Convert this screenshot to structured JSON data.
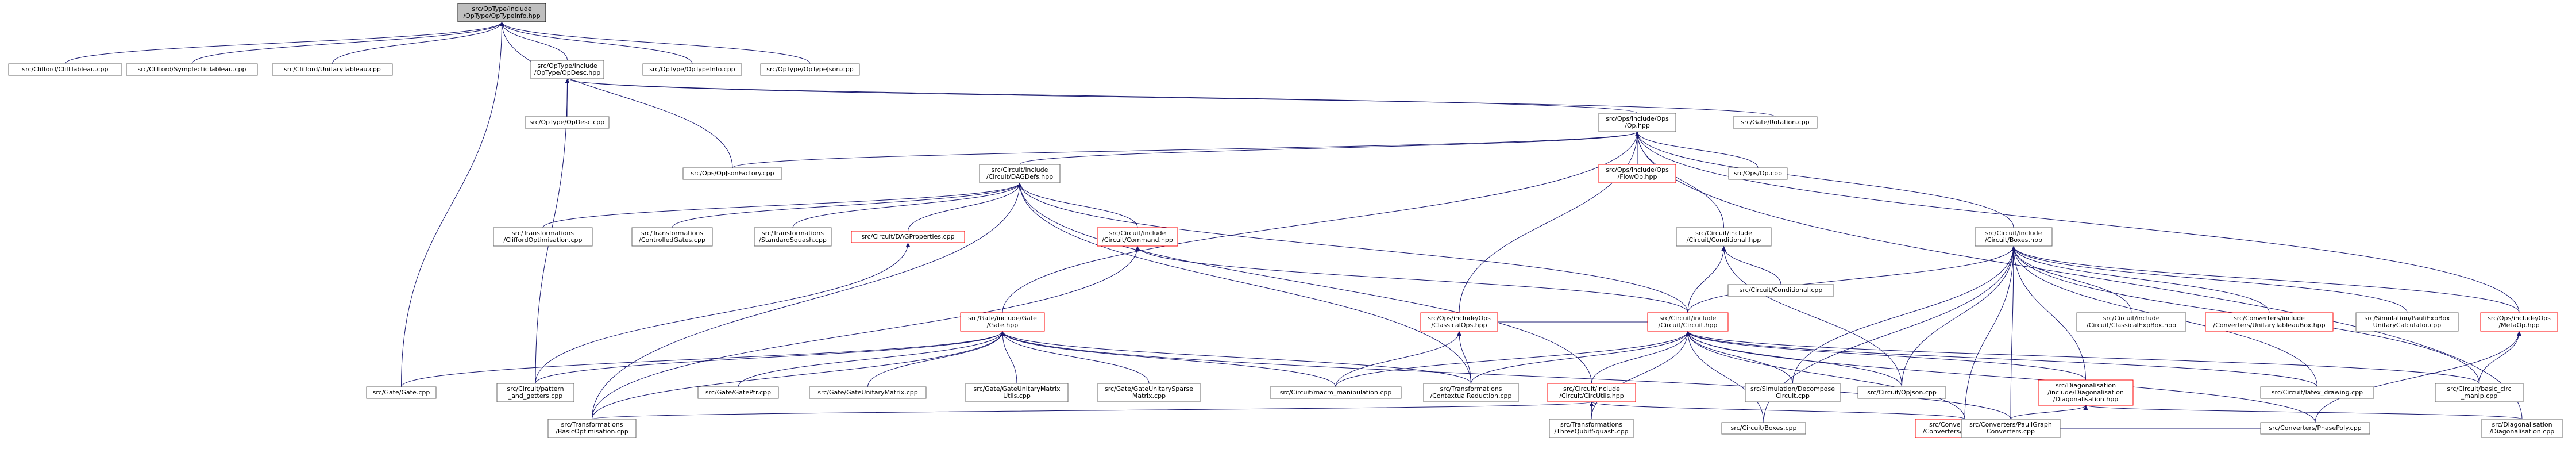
{
  "colors": {
    "edge": "#191970",
    "root_fill": "#bfbfbf",
    "node_border": "#666666",
    "missing_border": "#ff0000"
  },
  "nodes": [
    {
      "id": "root",
      "label": [
        "src/OpType/include",
        "/OpType/OpTypeInfo.hpp"
      ],
      "kind": "root"
    },
    {
      "id": "cliff",
      "label": [
        "src/Clifford/CliffTableau.cpp"
      ]
    },
    {
      "id": "symp",
      "label": [
        "src/Clifford/SymplecticTableau.cpp"
      ]
    },
    {
      "id": "unit",
      "label": [
        "src/Clifford/UnitaryTableau.cpp"
      ]
    },
    {
      "id": "opdeschpp",
      "label": [
        "src/OpType/include",
        "/OpType/OpDesc.hpp"
      ]
    },
    {
      "id": "optypeinfocpp",
      "label": [
        "src/OpType/OpTypeInfo.cpp"
      ]
    },
    {
      "id": "optypejson",
      "label": [
        "src/OpType/OpTypeJson.cpp"
      ]
    },
    {
      "id": "opdesccpp",
      "label": [
        "src/OpType/OpDesc.cpp"
      ]
    },
    {
      "id": "ophpp",
      "label": [
        "src/Ops/include/Ops",
        "/Op.hpp"
      ]
    },
    {
      "id": "gaterot",
      "label": [
        "src/Gate/Rotation.cpp"
      ]
    },
    {
      "id": "opjsonfactory",
      "label": [
        "src/Ops/OpJsonFactory.cpp"
      ]
    },
    {
      "id": "dagdefs",
      "label": [
        "src/Circuit/include",
        "/Circuit/DAGDefs.hpp"
      ]
    },
    {
      "id": "flowop",
      "label": [
        "src/Ops/include/Ops",
        "/FlowOp.hpp"
      ],
      "kind": "missing"
    },
    {
      "id": "opcpp",
      "label": [
        "src/Ops/Op.cpp"
      ]
    },
    {
      "id": "cliffopt",
      "label": [
        "src/Transformations",
        "/CliffordOptimisation.cpp"
      ]
    },
    {
      "id": "ctrlgates",
      "label": [
        "src/Transformations",
        "/ControlledGates.cpp"
      ]
    },
    {
      "id": "stdsquash",
      "label": [
        "src/Transformations",
        "/StandardSquash.cpp"
      ]
    },
    {
      "id": "dagprops",
      "label": [
        "src/Circuit/DAGProperties.cpp"
      ],
      "kind": "missing"
    },
    {
      "id": "commandhpp",
      "label": [
        "src/Circuit/include",
        "/Circuit/Command.hpp"
      ],
      "kind": "missing"
    },
    {
      "id": "condhpp",
      "label": [
        "src/Circuit/include",
        "/Circuit/Conditional.hpp"
      ]
    },
    {
      "id": "condcpp",
      "label": [
        "src/Circuit/Conditional.cpp"
      ]
    },
    {
      "id": "boxeshpp",
      "label": [
        "src/Circuit/include",
        "/Circuit/Boxes.hpp"
      ]
    },
    {
      "id": "gatehpp",
      "label": [
        "src/Gate/include/Gate",
        "/Gate.hpp"
      ],
      "kind": "missing"
    },
    {
      "id": "classicalops",
      "label": [
        "src/Ops/include/Ops",
        "/ClassicalOps.hpp"
      ],
      "kind": "missing"
    },
    {
      "id": "circuithpp",
      "label": [
        "src/Circuit/include",
        "/Circuit/Circuit.hpp"
      ],
      "kind": "missing"
    },
    {
      "id": "classicalexp",
      "label": [
        "src/Circuit/include",
        "/Circuit/ClassicalExpBox.hpp"
      ]
    },
    {
      "id": "unitarytabbox",
      "label": [
        "src/Converters/include",
        "/Converters/UnitaryTableauBox.hpp"
      ],
      "kind": "missing"
    },
    {
      "id": "paulicalc",
      "label": [
        "src/Simulation/PauliExpBox",
        "UnitaryCalculator.cpp"
      ]
    },
    {
      "id": "metaop",
      "label": [
        "src/Ops/include/Ops",
        "/MetaOp.hpp"
      ],
      "kind": "missing"
    },
    {
      "id": "gatecpp",
      "label": [
        "src/Gate/Gate.cpp"
      ]
    },
    {
      "id": "patterns",
      "label": [
        "src/Circuit/pattern",
        "_and_getters.cpp"
      ]
    },
    {
      "id": "gateptr",
      "label": [
        "src/Gate/GatePtr.cpp"
      ]
    },
    {
      "id": "gateunitmat",
      "label": [
        "src/Gate/GateUnitaryMatrix.cpp"
      ]
    },
    {
      "id": "gateunitutils",
      "label": [
        "src/Gate/GateUnitaryMatrix",
        "Utils.cpp"
      ]
    },
    {
      "id": "gateunitsparse",
      "label": [
        "src/Gate/GateUnitarySparse",
        "Matrix.cpp"
      ]
    },
    {
      "id": "macromanip",
      "label": [
        "src/Circuit/macro_manipulation.cpp"
      ]
    },
    {
      "id": "contextual",
      "label": [
        "src/Transformations",
        "/ContextualReduction.cpp"
      ]
    },
    {
      "id": "circutilshpp",
      "label": [
        "src/Circuit/include",
        "/Circuit/CircUtils.hpp"
      ],
      "kind": "missing"
    },
    {
      "id": "simdecomp",
      "label": [
        "src/Simulation/Decompose",
        "Circuit.cpp"
      ]
    },
    {
      "id": "opjsoncpp",
      "label": [
        "src/Circuit/OpJson.cpp"
      ]
    },
    {
      "id": "diaghpp",
      "label": [
        "src/Diagonalisation",
        "/include/Diagonalisation",
        "/Diagonalisation.hpp"
      ],
      "kind": "missing"
    },
    {
      "id": "latex",
      "label": [
        "src/Circuit/latex_drawing.cpp"
      ]
    },
    {
      "id": "basiccirc",
      "label": [
        "src/Circuit/basic_circ",
        "_manip.cpp"
      ]
    },
    {
      "id": "basicopt",
      "label": [
        "src/Transformations",
        "/BasicOptimisation.cpp"
      ]
    },
    {
      "id": "threequbit",
      "label": [
        "src/Transformations",
        "/ThreeQubitSquash.cpp"
      ]
    },
    {
      "id": "boxescpp",
      "label": [
        "src/Circuit/Boxes.cpp"
      ]
    },
    {
      "id": "phasepolyhpp",
      "label": [
        "src/Converters/include",
        "/Converters/PhasePoly.hpp"
      ],
      "kind": "missing"
    },
    {
      "id": "diagcpp",
      "label": [
        "src/Diagonalisation",
        "/Diagonalisation.cpp"
      ]
    },
    {
      "id": "phasepolycpp",
      "label": [
        "src/Converters/PhasePoly.cpp"
      ]
    },
    {
      "id": "pauligraph",
      "label": [
        "src/Converters/PauliGraph",
        "Converters.cpp"
      ]
    }
  ],
  "edges": [
    [
      "root",
      "cliff"
    ],
    [
      "root",
      "symp"
    ],
    [
      "root",
      "unit"
    ],
    [
      "root",
      "opdeschpp"
    ],
    [
      "root",
      "optypeinfocpp"
    ],
    [
      "root",
      "optypejson"
    ],
    [
      "root",
      "gatecpp"
    ],
    [
      "root",
      "opjsonfactory"
    ],
    [
      "opdeschpp",
      "opdesccpp"
    ],
    [
      "opdeschpp",
      "ophpp"
    ],
    [
      "opdeschpp",
      "gaterot"
    ],
    [
      "opdeschpp",
      "patterns"
    ],
    [
      "ophpp",
      "opjsonfactory"
    ],
    [
      "ophpp",
      "dagdefs"
    ],
    [
      "ophpp",
      "flowop"
    ],
    [
      "ophpp",
      "opcpp"
    ],
    [
      "ophpp",
      "condhpp"
    ],
    [
      "ophpp",
      "boxeshpp"
    ],
    [
      "ophpp",
      "gatehpp"
    ],
    [
      "ophpp",
      "classicalops"
    ],
    [
      "ophpp",
      "metaop"
    ],
    [
      "ophpp",
      "diagcpp"
    ],
    [
      "dagdefs",
      "cliffopt"
    ],
    [
      "dagdefs",
      "ctrlgates"
    ],
    [
      "dagdefs",
      "stdsquash"
    ],
    [
      "dagdefs",
      "dagprops"
    ],
    [
      "dagdefs",
      "commandhpp"
    ],
    [
      "dagdefs",
      "circuithpp"
    ],
    [
      "dagdefs",
      "basicopt"
    ],
    [
      "dagdefs",
      "contextual"
    ],
    [
      "dagdefs",
      "circutilshpp"
    ],
    [
      "dagprops",
      "patterns"
    ],
    [
      "commandhpp",
      "circuithpp"
    ],
    [
      "commandhpp",
      "basicopt"
    ],
    [
      "condhpp",
      "circuithpp"
    ],
    [
      "condhpp",
      "condcpp"
    ],
    [
      "condhpp",
      "opjsoncpp"
    ],
    [
      "boxeshpp",
      "circuithpp"
    ],
    [
      "boxeshpp",
      "classicalexp"
    ],
    [
      "boxeshpp",
      "unitarytabbox"
    ],
    [
      "boxeshpp",
      "paulicalc"
    ],
    [
      "boxeshpp",
      "metaop"
    ],
    [
      "boxeshpp",
      "simdecomp"
    ],
    [
      "boxeshpp",
      "opjsoncpp"
    ],
    [
      "boxeshpp",
      "diaghpp"
    ],
    [
      "boxeshpp",
      "latex"
    ],
    [
      "boxeshpp",
      "basiccirc"
    ],
    [
      "boxeshpp",
      "boxescpp"
    ],
    [
      "boxeshpp",
      "phasepolyhpp"
    ],
    [
      "boxeshpp",
      "pauligraph"
    ],
    [
      "gatehpp",
      "gatecpp"
    ],
    [
      "gatehpp",
      "patterns"
    ],
    [
      "gatehpp",
      "gateptr"
    ],
    [
      "gatehpp",
      "gateunitmat"
    ],
    [
      "gatehpp",
      "gateunitutils"
    ],
    [
      "gatehpp",
      "gateunitsparse"
    ],
    [
      "gatehpp",
      "macromanip"
    ],
    [
      "gatehpp",
      "contextual"
    ],
    [
      "gatehpp",
      "basicopt"
    ],
    [
      "gatehpp",
      "pauligraph"
    ],
    [
      "classicalops",
      "circuithpp"
    ],
    [
      "classicalops",
      "macromanip"
    ],
    [
      "classicalops",
      "contextual"
    ],
    [
      "circuithpp",
      "macromanip"
    ],
    [
      "circuithpp",
      "contextual"
    ],
    [
      "circuithpp",
      "circutilshpp"
    ],
    [
      "circuithpp",
      "simdecomp"
    ],
    [
      "circuithpp",
      "opjsoncpp"
    ],
    [
      "circuithpp",
      "diaghpp"
    ],
    [
      "circuithpp",
      "latex"
    ],
    [
      "circuithpp",
      "basiccirc"
    ],
    [
      "circuithpp",
      "threequbit"
    ],
    [
      "circuithpp",
      "boxescpp"
    ],
    [
      "circuithpp",
      "phasepolyhpp"
    ],
    [
      "circuithpp",
      "phasepolycpp"
    ],
    [
      "metaop",
      "basiccirc"
    ],
    [
      "metaop",
      "phasepolycpp"
    ],
    [
      "circutilshpp",
      "basicopt"
    ],
    [
      "circutilshpp",
      "threequbit"
    ],
    [
      "circutilshpp",
      "phasepolyhpp"
    ],
    [
      "diaghpp",
      "diagcpp"
    ],
    [
      "diaghpp",
      "pauligraph"
    ],
    [
      "phasepolyhpp",
      "phasepolycpp"
    ],
    [
      "phasepolyhpp",
      "pauligraph"
    ]
  ]
}
